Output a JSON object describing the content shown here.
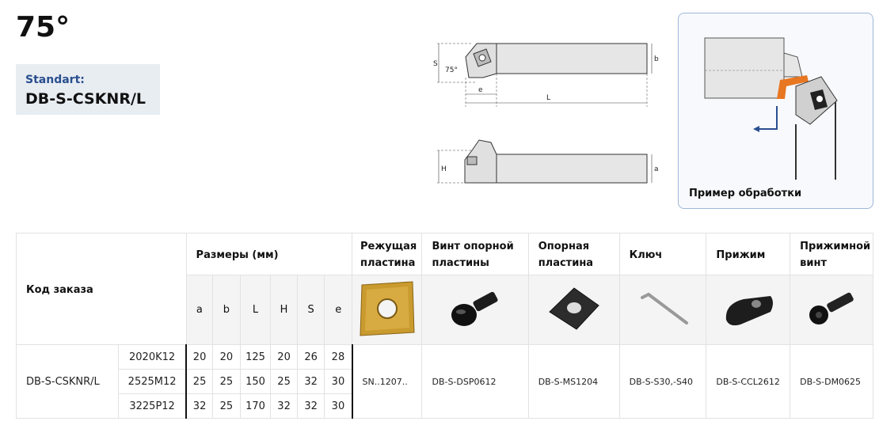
{
  "header": {
    "angle": "75°",
    "standard_label": "Standart:",
    "standard_code": "DB-S-CSKNR/L"
  },
  "drawing": {
    "labels": {
      "S": "S",
      "angle": "75°",
      "e": "e",
      "L": "L",
      "b": "b",
      "H": "H",
      "a": "a"
    }
  },
  "example": {
    "caption": "Пример обработки"
  },
  "table": {
    "order_code_header": "Код заказа",
    "dimensions_header": "Размеры (мм)",
    "dimension_letters": [
      "a",
      "b",
      "L",
      "H",
      "S",
      "e"
    ],
    "parts_headers": [
      "Режущая пластина",
      "Винт опорной пластины",
      "Опорная пластина",
      "Ключ",
      "Прижим",
      "Прижимной винт"
    ],
    "order_code": "DB-S-CSKNR/L",
    "rows": [
      {
        "size": "2020K12",
        "a": "20",
        "b": "20",
        "L": "125",
        "H": "20",
        "S": "26",
        "e": "28"
      },
      {
        "size": "2525M12",
        "a": "25",
        "b": "25",
        "L": "150",
        "H": "25",
        "S": "32",
        "e": "30"
      },
      {
        "size": "3225P12",
        "a": "32",
        "b": "25",
        "L": "170",
        "H": "32",
        "S": "32",
        "e": "30"
      }
    ],
    "parts": [
      "SN..1207..",
      "DB-S-DSP0612",
      "DB-S-MS1204",
      "DB-S-S30,-S40",
      "DB-S-CCL2612",
      "DB-S-DM0625"
    ]
  }
}
